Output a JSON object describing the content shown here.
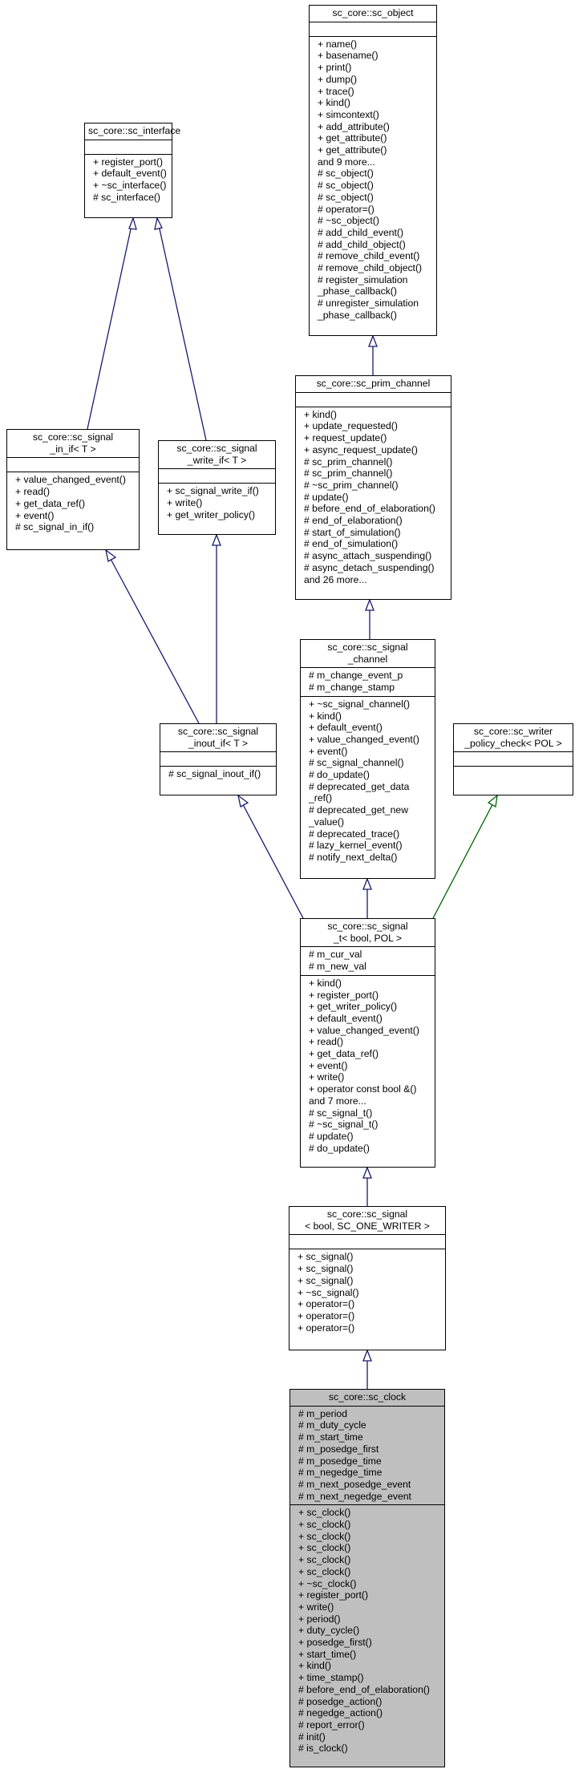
{
  "nodes": {
    "sc_object": {
      "title": [
        "sc_core::sc_object"
      ],
      "attrs": [],
      "methods": [
        "+ name()",
        "+ basename()",
        "+ print()",
        "+ dump()",
        "+ trace()",
        "+ kind()",
        "+ simcontext()",
        "+ add_attribute()",
        "+ get_attribute()",
        "+ get_attribute()",
        "and 9 more...",
        "# sc_object()",
        "# sc_object()",
        "# sc_object()",
        "# operator=()",
        "# ~sc_object()",
        "# add_child_event()",
        "# add_child_object()",
        "# remove_child_event()",
        "# remove_child_object()",
        "# register_simulation",
        "_phase_callback()",
        "# unregister_simulation",
        "_phase_callback()"
      ]
    },
    "sc_interface": {
      "title": [
        "sc_core::sc_interface"
      ],
      "attrs": [],
      "methods": [
        "+ register_port()",
        "+ default_event()",
        "+ ~sc_interface()",
        "# sc_interface()"
      ]
    },
    "sc_prim_channel": {
      "title": [
        "sc_core::sc_prim_channel"
      ],
      "attrs": [],
      "methods": [
        "+ kind()",
        "+ update_requested()",
        "+ request_update()",
        "+ async_request_update()",
        "# sc_prim_channel()",
        "# sc_prim_channel()",
        "# ~sc_prim_channel()",
        "# update()",
        "# before_end_of_elaboration()",
        "# end_of_elaboration()",
        "# start_of_simulation()",
        "# end_of_simulation()",
        "# async_attach_suspending()",
        "# async_detach_suspending()",
        "and 26 more..."
      ]
    },
    "sc_signal_in_if": {
      "title": [
        "sc_core::sc_signal",
        "_in_if< T >"
      ],
      "attrs": [],
      "methods": [
        "+ value_changed_event()",
        "+ read()",
        "+ get_data_ref()",
        "+ event()",
        "# sc_signal_in_if()"
      ]
    },
    "sc_signal_write_if": {
      "title": [
        "sc_core::sc_signal",
        "_write_if< T >"
      ],
      "attrs": [],
      "methods": [
        "+ sc_signal_write_if()",
        "+ write()",
        "+ get_writer_policy()"
      ]
    },
    "sc_signal_channel": {
      "title": [
        "sc_core::sc_signal",
        "_channel"
      ],
      "attrs": [
        "# m_change_event_p",
        "# m_change_stamp"
      ],
      "methods": [
        "+ ~sc_signal_channel()",
        "+ kind()",
        "+ default_event()",
        "+ value_changed_event()",
        "+ event()",
        "# sc_signal_channel()",
        "# do_update()",
        "# deprecated_get_data",
        "_ref()",
        "# deprecated_get_new",
        "_value()",
        "# deprecated_trace()",
        "# lazy_kernel_event()",
        "# notify_next_delta()"
      ]
    },
    "sc_signal_inout_if": {
      "title": [
        "sc_core::sc_signal",
        "_inout_if< T >"
      ],
      "attrs": [],
      "methods": [
        "# sc_signal_inout_if()"
      ]
    },
    "sc_writer_policy_check": {
      "title": [
        "sc_core::sc_writer",
        "_policy_check< POL >"
      ],
      "attrs": [],
      "methods": []
    },
    "sc_signal_t": {
      "title": [
        "sc_core::sc_signal",
        "_t< bool, POL >"
      ],
      "attrs": [
        "# m_cur_val",
        "# m_new_val"
      ],
      "methods": [
        "+ kind()",
        "+ register_port()",
        "+ get_writer_policy()",
        "+ default_event()",
        "+ value_changed_event()",
        "+ read()",
        "+ get_data_ref()",
        "+ event()",
        "+ write()",
        "+ operator const bool &()",
        "and 7 more...",
        "# sc_signal_t()",
        "# ~sc_signal_t()",
        "# update()",
        "# do_update()"
      ]
    },
    "sc_signal_bool": {
      "title": [
        "sc_core::sc_signal",
        "< bool, SC_ONE_WRITER >"
      ],
      "attrs": [],
      "methods": [
        "+ sc_signal()",
        "+ sc_signal()",
        "+ sc_signal()",
        "+ ~sc_signal()",
        "+ operator=()",
        "+ operator=()",
        "+ operator=()"
      ]
    },
    "sc_clock": {
      "title": [
        "sc_core::sc_clock"
      ],
      "attrs": [
        "# m_period",
        "# m_duty_cycle",
        "# m_start_time",
        "# m_posedge_first",
        "# m_posedge_time",
        "# m_negedge_time",
        "# m_next_posedge_event",
        "# m_next_negedge_event"
      ],
      "methods": [
        "+ sc_clock()",
        "+ sc_clock()",
        "+ sc_clock()",
        "+ sc_clock()",
        "+ sc_clock()",
        "+ sc_clock()",
        "+ ~sc_clock()",
        "+ register_port()",
        "+ write()",
        "+ period()",
        "+ duty_cycle()",
        "+ posedge_first()",
        "+ start_time()",
        "+ kind()",
        "+ time_stamp()",
        "# before_end_of_elaboration()",
        "# posedge_action()",
        "# negedge_action()",
        "# report_error()",
        "# init()",
        "# is_clock()"
      ]
    }
  },
  "colors": {
    "edge": "#191970",
    "policy_edge": "#006400",
    "highlight_fill": "#bfbfbf"
  }
}
